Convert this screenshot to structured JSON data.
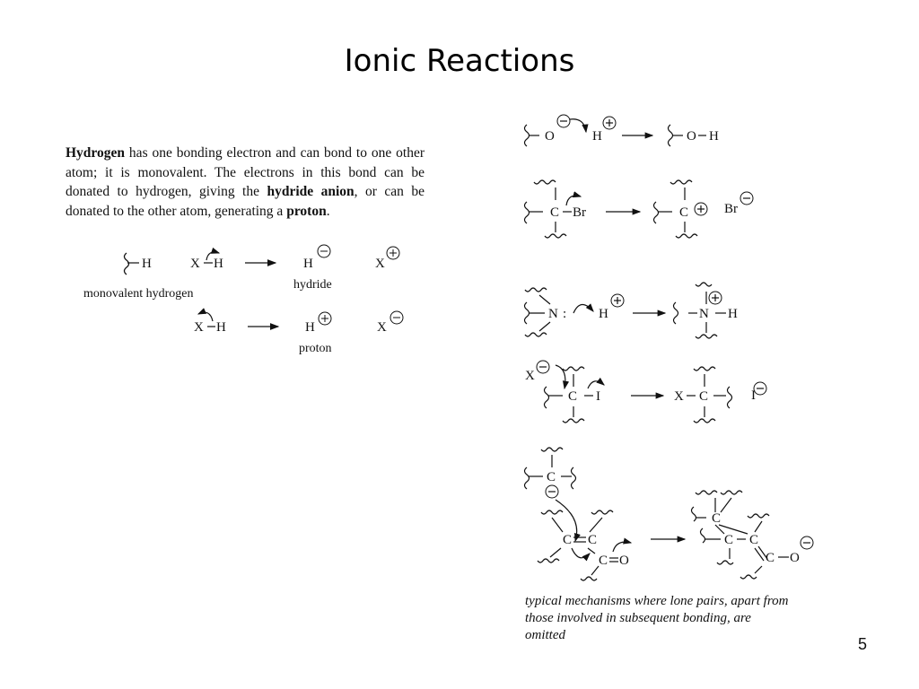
{
  "title": "Ionic Reactions",
  "paragraph": {
    "w1": "Hydrogen",
    "t1": " has one bonding electron and can bond to one other atom; it is monovalent. The electrons in this bond can be donated to hydrogen, giving the ",
    "w2": "hydride anion",
    "t2": ", or can be donated to the other atom, generating a ",
    "w3": "proton",
    "t3": "."
  },
  "left_scheme": {
    "mono_label": "monovalent hydrogen",
    "hydride_label": "hydride",
    "proton_label": "proton",
    "H": "H",
    "X": "X"
  },
  "right_scheme": {
    "O": "O",
    "H": "H",
    "C": "C",
    "Br": "Br",
    "N": "N",
    "I": "I",
    "X": "X",
    "caption": "typical mechanisms where lone pairs, apart from those involved in subsequent bonding, are omitted"
  },
  "page_number": "5"
}
